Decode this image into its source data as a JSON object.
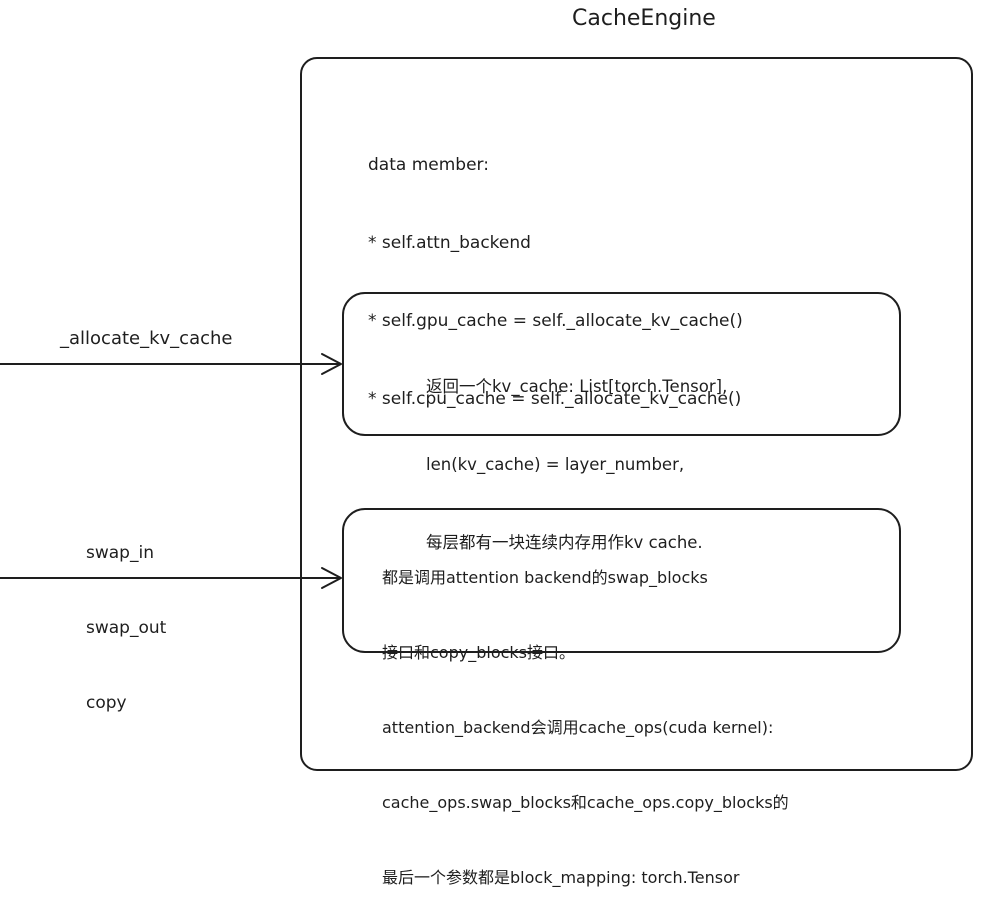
{
  "title": "CacheEngine",
  "members": {
    "heading": "data member:",
    "items": [
      "* self.attn_backend",
      "* self.gpu_cache = self._allocate_kv_cache()",
      "* self.cpu_cache = self._allocate_kv_cache()"
    ]
  },
  "allocate_box": {
    "lines": [
      "返回一个kv_cache: List[torch.Tensor],",
      "len(kv_cache) = layer_number,",
      "每层都有一块连续内存用作kv cache."
    ]
  },
  "swap_box": {
    "lines": [
      "都是调用attention backend的swap_blocks",
      "接口和copy_blocks接口。",
      "attention_backend会调用cache_ops(cuda kernel):",
      "cache_ops.swap_blocks和cache_ops.copy_blocks的",
      "最后一个参数都是block_mapping: torch.Tensor"
    ]
  },
  "arrows": {
    "allocate_label": "_allocate_kv_cache",
    "swap_labels": [
      "swap_in",
      "swap_out",
      "copy"
    ]
  },
  "colors": {
    "stroke": "#1e1e1e",
    "background": "#ffffff"
  }
}
